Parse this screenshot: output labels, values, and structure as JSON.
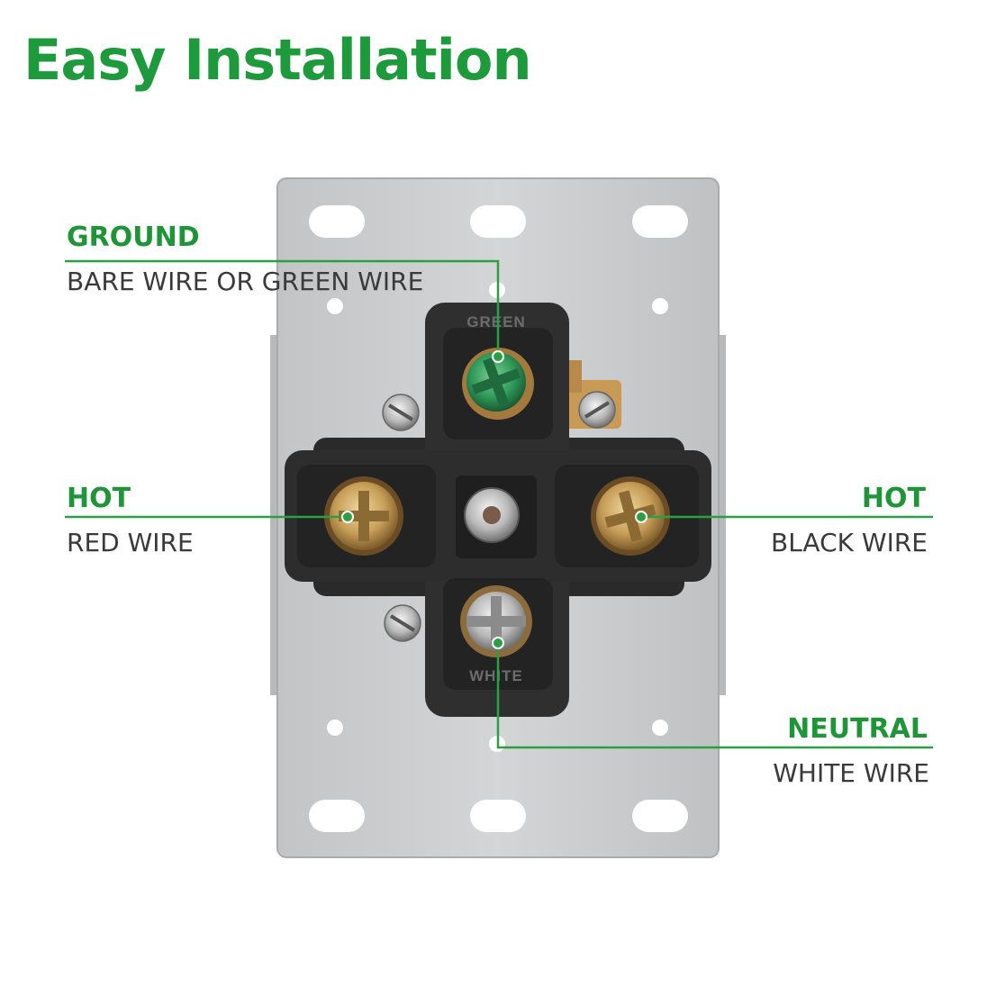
{
  "title": "Easy Installation",
  "labels": {
    "ground": {
      "head": "GROUND",
      "sub": "BARE WIRE OR GREEN WIRE"
    },
    "hot_left": {
      "head": "HOT",
      "sub": "RED WIRE"
    },
    "hot_right": {
      "head": "HOT",
      "sub": "BLACK WIRE"
    },
    "neutral": {
      "head": "NEUTRAL",
      "sub": "WHITE WIRE"
    }
  },
  "receptacle": {
    "top_marking": "GREEN",
    "bottom_marking": "WHITE"
  },
  "colors": {
    "accent_green": "#1d9a3c",
    "callout_line": "#2aa043",
    "text_gray": "#3a3a3a"
  }
}
